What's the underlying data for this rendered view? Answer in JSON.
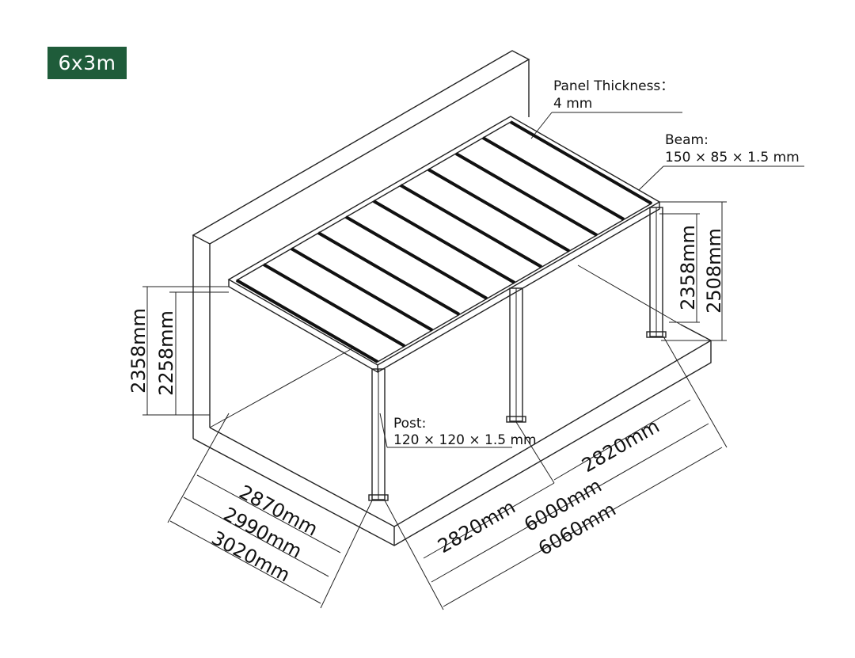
{
  "badge": "6x3m",
  "callouts": {
    "panel_title": "Panel Thickness：",
    "panel_value": "4 mm",
    "beam_title": "Beam:",
    "beam_value": "150 × 85 × 1.5 mm",
    "post_title": "Post:",
    "post_value": "120 × 120 × 1.5 mm"
  },
  "dimensions": {
    "left_outer_height": "2358mm",
    "left_inner_height": "2258mm",
    "right_inner_height": "2358mm",
    "right_outer_height": "2508mm",
    "depth_1": "2870mm",
    "depth_2": "2990mm",
    "depth_3": "3020mm",
    "span_front": "2820mm",
    "span_back": "2820mm",
    "length_1": "6000mm",
    "length_2": "6060mm"
  },
  "colors": {
    "badge_bg": "#1f5c3a",
    "line": "#222222"
  }
}
